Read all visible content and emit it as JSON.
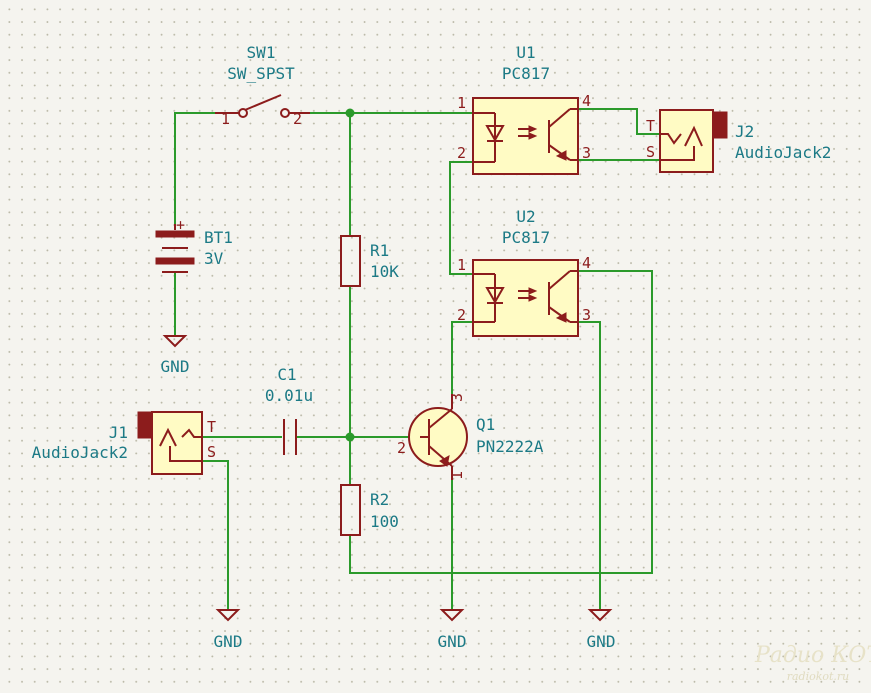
{
  "components": {
    "sw1": {
      "ref": "SW1",
      "value": "SW_SPST",
      "pin1": "1",
      "pin2": "2"
    },
    "bt1": {
      "ref": "BT1",
      "value": "3V",
      "plus": "+"
    },
    "r1": {
      "ref": "R1",
      "value": "10K"
    },
    "r2": {
      "ref": "R2",
      "value": "100"
    },
    "c1": {
      "ref": "C1",
      "value": "0.01u"
    },
    "q1": {
      "ref": "Q1",
      "value": "PN2222A",
      "pin1": "1",
      "pin2": "2",
      "pin3": "3"
    },
    "u1": {
      "ref": "U1",
      "value": "PC817",
      "pin1": "1",
      "pin2": "2",
      "pin3": "3",
      "pin4": "4"
    },
    "u2": {
      "ref": "U2",
      "value": "PC817",
      "pin1": "1",
      "pin2": "2",
      "pin3": "3",
      "pin4": "4"
    },
    "j1": {
      "ref": "J1",
      "value": "AudioJack2",
      "pin_t": "T",
      "pin_s": "S"
    },
    "j2": {
      "ref": "J2",
      "value": "AudioJack2",
      "pin_t": "T",
      "pin_s": "S"
    }
  },
  "power": {
    "gnd_battery": "GND",
    "gnd_j1": "GND",
    "gnd_q1": "GND",
    "gnd_u2": "GND"
  },
  "watermark": {
    "line1": "Радио КОТ",
    "line2": "radiokot.ru"
  }
}
